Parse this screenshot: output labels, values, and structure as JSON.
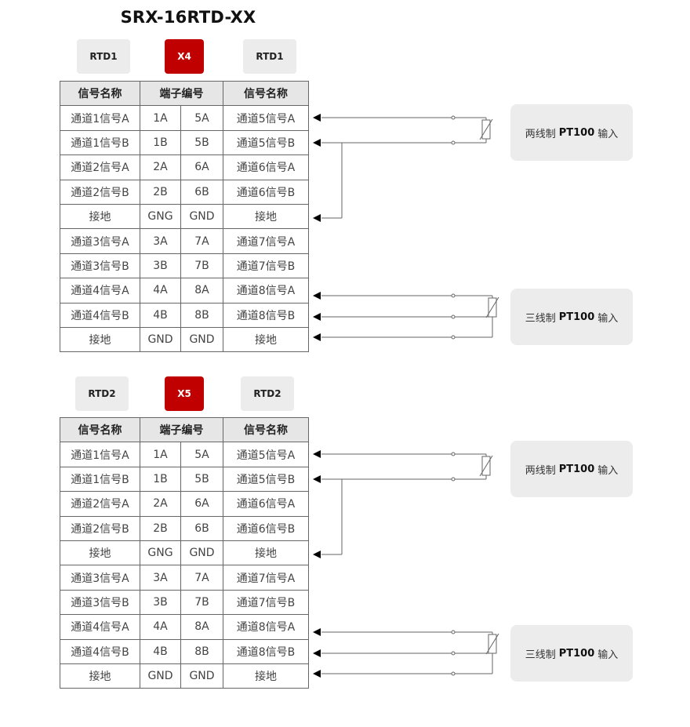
{
  "title": "SRX-16RTD-XX",
  "header_cols": [
    "信号名称",
    "端子编号",
    "信号名称"
  ],
  "sections": [
    {
      "left_tag": "RTD1",
      "connector": "X4",
      "right_tag": "RTD1",
      "rows": [
        [
          "通道1信号A",
          "1A",
          "5A",
          "通道5信号A"
        ],
        [
          "通道1信号B",
          "1B",
          "5B",
          "通道5信号B"
        ],
        [
          "通道2信号A",
          "2A",
          "6A",
          "通道6信号A"
        ],
        [
          "通道2信号B",
          "2B",
          "6B",
          "通道6信号B"
        ],
        [
          "接地",
          "GNG",
          "GND",
          "接地"
        ],
        [
          "通道3信号A",
          "3A",
          "7A",
          "通道7信号A"
        ],
        [
          "通道3信号B",
          "3B",
          "7B",
          "通道7信号B"
        ],
        [
          "通道4信号A",
          "4A",
          "8A",
          "通道8信号A"
        ],
        [
          "通道4信号B",
          "4B",
          "8B",
          "通道8信号B"
        ],
        [
          "接地",
          "GND",
          "GND",
          "接地"
        ]
      ],
      "two_wire": {
        "prefix": "两线制",
        "sensor": "PT100",
        "suffix": "输入"
      },
      "three_wire": {
        "prefix": "三线制",
        "sensor": "PT100",
        "suffix": "输入"
      }
    },
    {
      "left_tag": "RTD2",
      "connector": "X5",
      "right_tag": "RTD2",
      "rows": [
        [
          "通道1信号A",
          "1A",
          "5A",
          "通道5信号A"
        ],
        [
          "通道1信号B",
          "1B",
          "5B",
          "通道5信号B"
        ],
        [
          "通道2信号A",
          "2A",
          "6A",
          "通道6信号A"
        ],
        [
          "通道2信号B",
          "2B",
          "6B",
          "通道6信号B"
        ],
        [
          "接地",
          "GNG",
          "GND",
          "接地"
        ],
        [
          "通道3信号A",
          "3A",
          "7A",
          "通道7信号A"
        ],
        [
          "通道3信号B",
          "3B",
          "7B",
          "通道7信号B"
        ],
        [
          "通道4信号A",
          "4A",
          "8A",
          "通道8信号A"
        ],
        [
          "通道4信号B",
          "4B",
          "8B",
          "通道8信号B"
        ],
        [
          "接地",
          "GND",
          "GND",
          "接地"
        ]
      ],
      "two_wire": {
        "prefix": "两线制",
        "sensor": "PT100",
        "suffix": "输入"
      },
      "three_wire": {
        "prefix": "三线制",
        "sensor": "PT100",
        "suffix": "输入"
      }
    }
  ],
  "colors": {
    "accent": "#c00000",
    "tag_bg": "#ececec",
    "header_bg": "#e6e6e6",
    "wire": "#666666"
  }
}
